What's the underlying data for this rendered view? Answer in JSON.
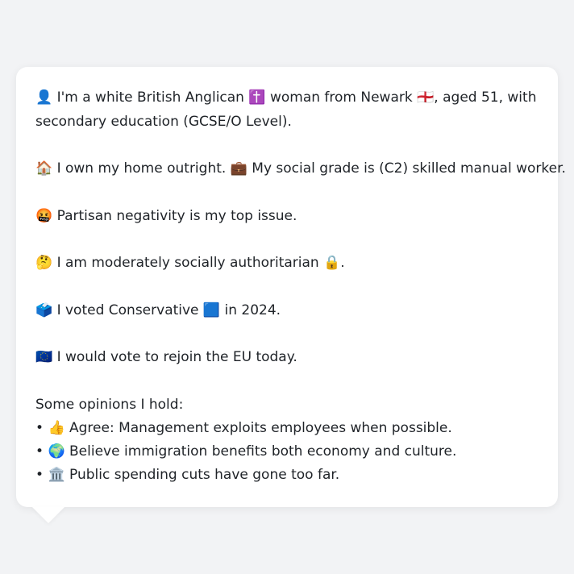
{
  "profile": {
    "identity": {
      "emoji": "👤",
      "text_before": "I'm a white British Anglican",
      "religion_emoji": "✝️",
      "text_middle": "woman from Newark",
      "flag_emoji": "🏴󠁧󠁢󠁥󠁮󠁧󠁿",
      "text_after": ", aged 51, with secondary education (GCSE/O Level)."
    },
    "home": {
      "emoji": "🏠",
      "text_before": "I own my home outright.",
      "work_emoji": "💼",
      "text_after": "My social grade is (C2) skilled manual worker."
    },
    "issue": {
      "emoji": "🤬",
      "text": "Partisan negativity is my top issue."
    },
    "social": {
      "emoji": "🤔",
      "text": "I am moderately socially authoritarian",
      "lock_emoji": "🔒",
      "suffix": "."
    },
    "vote": {
      "emoji": "🗳️",
      "text_before": "I voted Conservative",
      "party_emoji": "🟦",
      "text_after": "in 2024."
    },
    "eu": {
      "emoji": "🇪🇺",
      "text": "I would vote to rejoin the EU today."
    },
    "opinions": {
      "heading": "Some opinions I hold:",
      "bullet": "•",
      "items": [
        {
          "emoji": "👍",
          "text": "Agree: Management exploits employees when possible."
        },
        {
          "emoji": "🌍",
          "text": "Believe immigration benefits both economy and culture."
        },
        {
          "emoji": "🏛️",
          "text": "Public spending cuts have gone too far."
        }
      ]
    }
  },
  "colors": {
    "background": "#f2f3f5",
    "bubble": "#ffffff",
    "text": "#1f2328"
  }
}
